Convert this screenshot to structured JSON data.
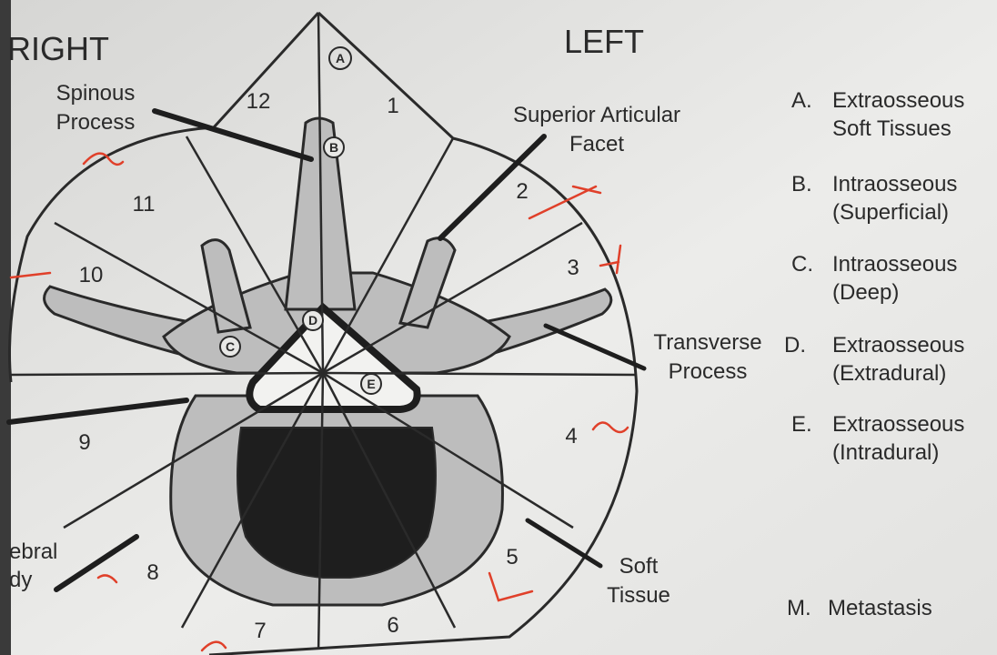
{
  "headers": {
    "right": "RIGHT",
    "left": "LEFT"
  },
  "zones": [
    "1",
    "2",
    "3",
    "4",
    "5",
    "6",
    "7",
    "8",
    "9",
    "10",
    "11",
    "12"
  ],
  "regions": [
    "A",
    "B",
    "C",
    "D",
    "E"
  ],
  "labels": {
    "spinous": [
      "Spinous",
      "Process"
    ],
    "superior": [
      "Superior Articular",
      "Facet"
    ],
    "transverse": [
      "Transverse",
      "Process"
    ],
    "soft": [
      "Soft",
      "Tissue"
    ],
    "vertebral": [
      "ebral",
      "dy"
    ]
  },
  "legend": [
    {
      "letter": "A.",
      "lines": [
        "Extraosseous",
        "Soft Tissues"
      ]
    },
    {
      "letter": "B.",
      "lines": [
        "Intraosseous",
        "(Superficial)"
      ]
    },
    {
      "letter": "C.",
      "lines": [
        "Intraosseous",
        "(Deep)"
      ]
    },
    {
      "letter": "D.",
      "lines": [
        "Extraosseous",
        "(Extradural)"
      ]
    },
    {
      "letter": "E.",
      "lines": [
        "Extraosseous",
        "(Intradural)"
      ]
    },
    {
      "letter": "M.",
      "lines": [
        "Metastasis"
      ]
    }
  ],
  "colors": {
    "paper": "#ededeb",
    "ink": "#2a2a2a",
    "bone": "#b8b8b8",
    "marrow": "#1e1e1e",
    "pen": "#e0402a"
  }
}
